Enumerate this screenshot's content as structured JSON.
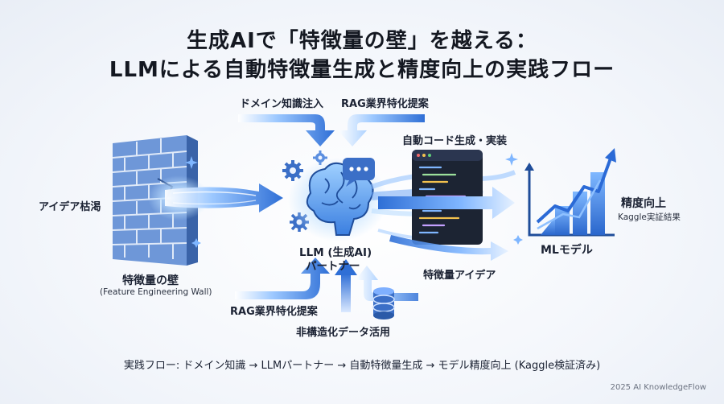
{
  "title": {
    "line1": "生成AIで「特徴量の壁」を越える：",
    "line2": "LLMによる自動特徴量生成と精度向上の実践フロー"
  },
  "labels": {
    "domain_injection": "ドメイン知識注入",
    "rag_top": "RAG業界特化提案",
    "auto_code": "自動コード生成・実装",
    "idea_exhaustion": "アイデア枯渇",
    "wall_title": "特徴量の壁",
    "wall_sub": "(Feature Engineering Wall)",
    "llm_line1": "LLM (生成AI)",
    "llm_line2": "パートナー",
    "feature_ideas": "特徴量アイデア",
    "ml_model": "MLモデル",
    "accuracy": "精度向上",
    "kaggle": "Kaggle実証結果",
    "rag_bottom": "RAG業界特化提案",
    "unstructured": "非構造化データ活用"
  },
  "flow_text": "実践フロー: ドメイン知識 → LLMパートナー → 自動特徴量生成 → モデル精度向上 (Kaggle検証済み)",
  "credit": "2025 AI KnowledgeFlow",
  "colors": {
    "accent": "#2f6fd6",
    "light_blue": "#8fc1ff",
    "wall": "#4f7fcf",
    "dark_panel": "#1c2433"
  }
}
